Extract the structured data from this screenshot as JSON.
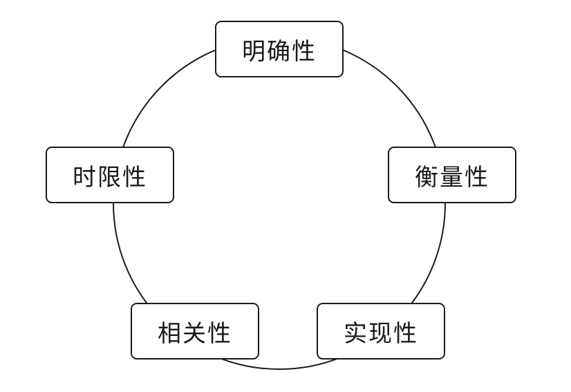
{
  "diagram": {
    "type": "cycle",
    "nodes": [
      {
        "id": "clarity",
        "label": "明确性"
      },
      {
        "id": "measurability",
        "label": "衡量性"
      },
      {
        "id": "achievability",
        "label": "实现性"
      },
      {
        "id": "relevance",
        "label": "相关性"
      },
      {
        "id": "time-bound",
        "label": "时限性"
      }
    ],
    "colors": {
      "stroke": "#1a1a1a",
      "background": "#ffffff"
    }
  }
}
